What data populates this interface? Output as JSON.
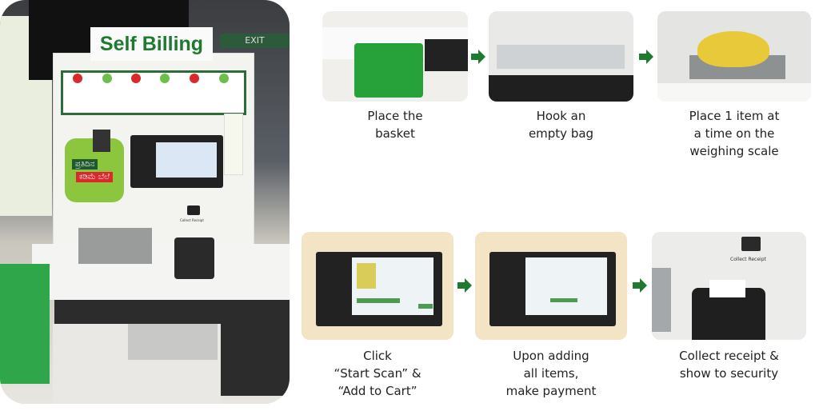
{
  "main_photo": {
    "sign": "Self Billing",
    "kannada_badge_line1": "ಪ್ರತಿದಿನ",
    "kannada_badge_line2": "ಕಡಿಮೆ ಬೆಲೆ",
    "exit_sign": "EXIT",
    "printer_label": "Collect Receipt"
  },
  "steps": [
    {
      "caption": "Place the\nbasket"
    },
    {
      "caption": "Hook an\nempty bag"
    },
    {
      "caption": "Place 1 item at\na time on the\nweighing scale"
    },
    {
      "caption": "Click\n“Start Scan” &\n“Add to Cart”"
    },
    {
      "caption": "Upon adding\nall items,\nmake payment"
    },
    {
      "caption": "Collect receipt &\nshow to security",
      "photo_label": "Collect Receipt"
    }
  ],
  "colors": {
    "brand_green": "#1e7a2e",
    "arrow": "#1e7a2e"
  }
}
